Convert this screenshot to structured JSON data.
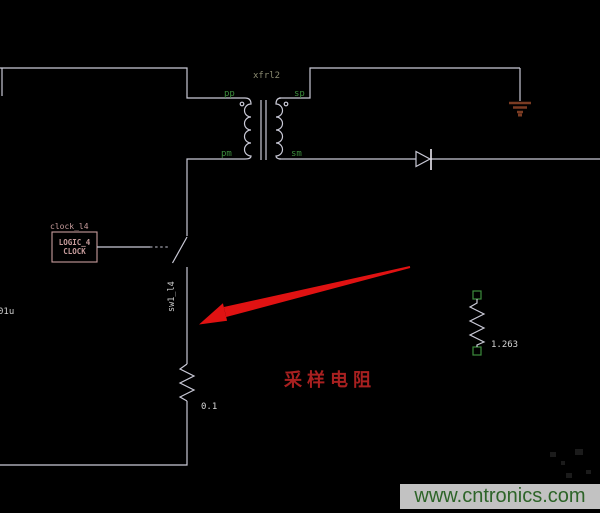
{
  "schematic": {
    "transformer": {
      "ref": "xfrl2",
      "pin_pp": "pp",
      "pin_sp": "sp",
      "pin_pm": "pm",
      "pin_sm": "sm"
    },
    "clock_source": {
      "ref": "clock_l4",
      "body_line1": "LOGIC_4",
      "body_line2": "CLOCK"
    },
    "switch": {
      "ref": "sw1_l4"
    },
    "sense_resistor": {
      "value": "0.1"
    },
    "load_resistor": {
      "value": "1.263"
    },
    "edge_capacitor": {
      "value": "01u"
    }
  },
  "annotations": {
    "callout_text": "采样电阻"
  },
  "watermark": {
    "text": "www.cntronics.com"
  },
  "colors": {
    "wire": "#c9c9d6",
    "pin_green": "#3c8c3c",
    "clock_pink": "#c79c9c",
    "ground": "#7a3b22",
    "arrow_red": "#e01212",
    "callout_red": "#a82020",
    "band_gray": "#c2c2c2",
    "wm_green": "#2d6428"
  }
}
